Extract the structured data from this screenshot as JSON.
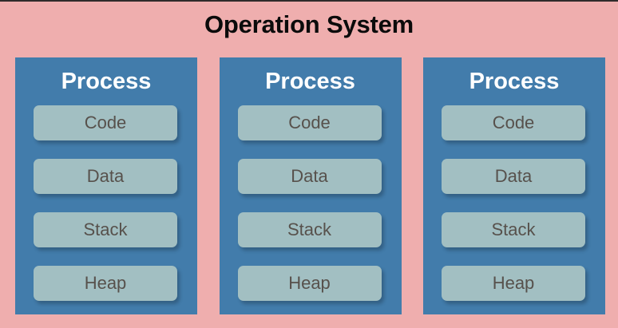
{
  "diagram": {
    "title": "Operation System",
    "background_color": "#efaeae",
    "process_color": "#427cab",
    "segment_color": "#a2bfc2",
    "title_color": "#0b0b0b",
    "process_title_color": "#ffffff",
    "segment_label_color": "#57514c",
    "processes": [
      {
        "title": "Process",
        "segments": [
          {
            "label": "Code"
          },
          {
            "label": "Data"
          },
          {
            "label": "Stack"
          },
          {
            "label": "Heap"
          }
        ]
      },
      {
        "title": "Process",
        "segments": [
          {
            "label": "Code"
          },
          {
            "label": "Data"
          },
          {
            "label": "Stack"
          },
          {
            "label": "Heap"
          }
        ]
      },
      {
        "title": "Process",
        "segments": [
          {
            "label": "Code"
          },
          {
            "label": "Data"
          },
          {
            "label": "Stack"
          },
          {
            "label": "Heap"
          }
        ]
      }
    ]
  }
}
